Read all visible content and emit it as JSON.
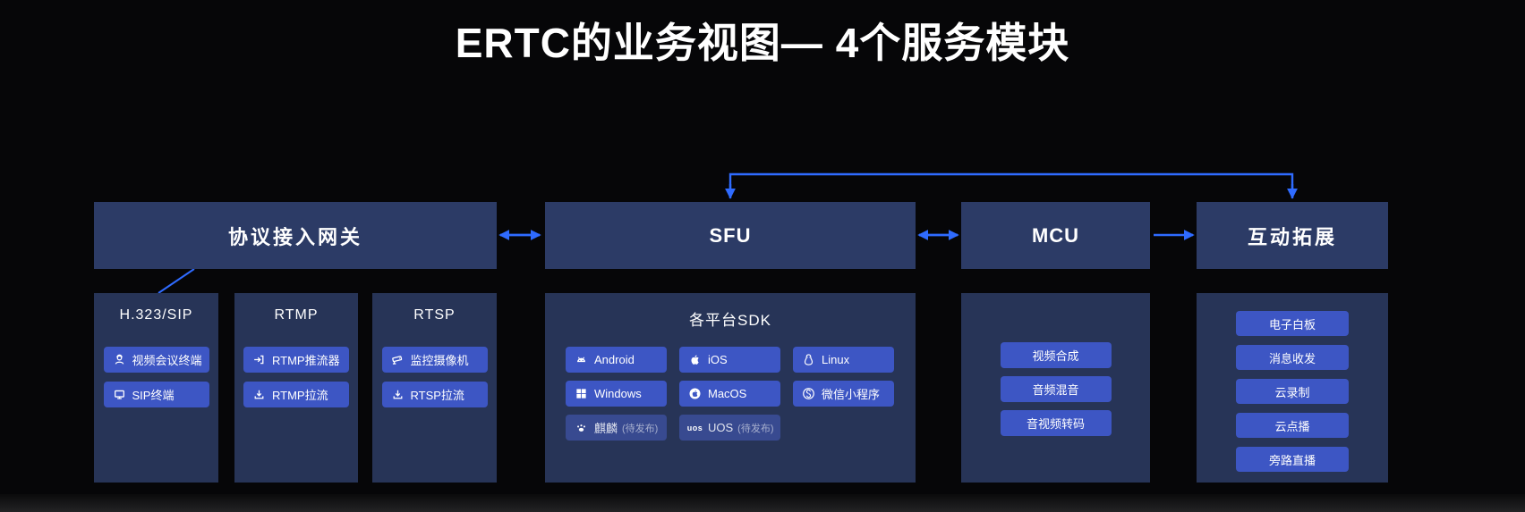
{
  "page": {
    "title": "ERTC的业务视图— 4个服务模块",
    "background": "#060608",
    "accent_blue": "#2f6bff",
    "panel_header_color": "#2c3b66",
    "panel_body_color": "#273457",
    "button_color": "#3d56c4"
  },
  "headers": {
    "gateway": {
      "label": "协议接入网关"
    },
    "sfu": {
      "label": "SFU"
    },
    "mcu": {
      "label": "MCU"
    },
    "extension": {
      "label": "互动拓展"
    }
  },
  "gateway_groups": [
    {
      "title": "H.323/SIP",
      "buttons": [
        {
          "label": "视频会议终端",
          "icon": "video-conference-terminal-icon"
        },
        {
          "label": "SIP终端",
          "icon": "sip-terminal-icon"
        }
      ]
    },
    {
      "title": "RTMP",
      "buttons": [
        {
          "label": "RTMP推流器",
          "icon": "push-stream-icon"
        },
        {
          "label": "RTMP拉流",
          "icon": "pull-stream-icon"
        }
      ]
    },
    {
      "title": "RTSP",
      "buttons": [
        {
          "label": "监控摄像机",
          "icon": "surveillance-camera-icon"
        },
        {
          "label": "RTSP拉流",
          "icon": "pull-stream-icon"
        }
      ]
    }
  ],
  "sdk": {
    "title": "各平台SDK",
    "buttons": [
      {
        "label": "Android",
        "icon": "android-icon"
      },
      {
        "label": "iOS",
        "icon": "apple-icon"
      },
      {
        "label": "Linux",
        "icon": "linux-icon"
      },
      {
        "label": "Windows",
        "icon": "windows-icon"
      },
      {
        "label": "MacOS",
        "icon": "macos-icon"
      },
      {
        "label": "微信小程序",
        "icon": "wechat-miniprogram-icon"
      },
      {
        "label": "麒麟",
        "suffix": "(待发布)",
        "icon": "kylin-icon",
        "pending": true
      },
      {
        "label": "UOS",
        "suffix": "(待发布)",
        "icon": "uos-logo-icon",
        "icon_text": "uos",
        "pending": true
      }
    ]
  },
  "mcu": {
    "buttons": [
      {
        "label": "视频合成"
      },
      {
        "label": "音频混音"
      },
      {
        "label": "音视频转码"
      }
    ]
  },
  "extension": {
    "buttons": [
      {
        "label": "电子白板"
      },
      {
        "label": "消息收发"
      },
      {
        "label": "云录制"
      },
      {
        "label": "云点播"
      },
      {
        "label": "旁路直播"
      }
    ]
  }
}
